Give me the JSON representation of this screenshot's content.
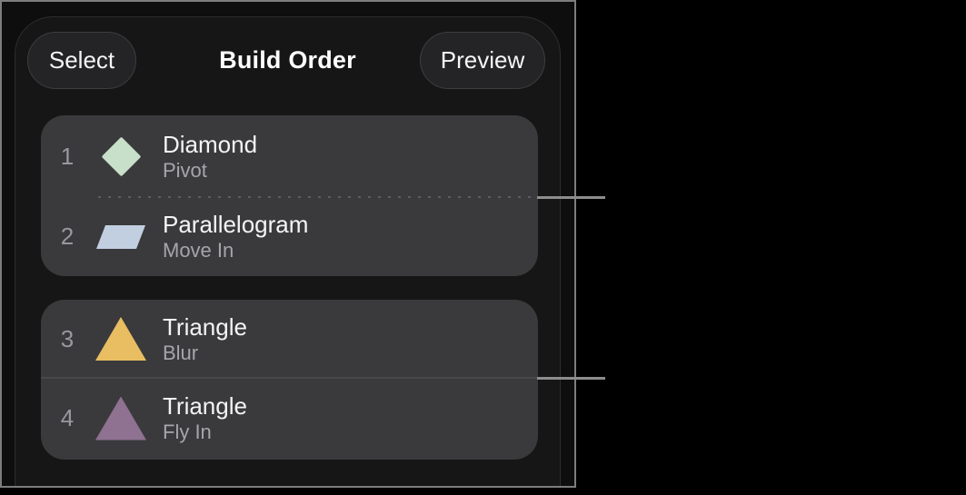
{
  "header": {
    "select_label": "Select",
    "title": "Build Order",
    "preview_label": "Preview"
  },
  "build_list": {
    "groups": [
      {
        "separator": "dotted",
        "items": [
          {
            "order": "1",
            "shape": "diamond-icon",
            "title": "Diamond",
            "effect": "Pivot",
            "icon_color": "#c8dfc9"
          },
          {
            "order": "2",
            "shape": "parallelogram-icon",
            "title": "Parallelogram",
            "effect": "Move In",
            "icon_color": "#c1cfe0"
          }
        ]
      },
      {
        "separator": "solid",
        "items": [
          {
            "order": "3",
            "shape": "triangle-icon",
            "title": "Triangle",
            "effect": "Blur",
            "icon_color": "#e9bd62"
          },
          {
            "order": "4",
            "shape": "triangle-icon",
            "title": "Triangle",
            "effect": "Fly In",
            "icon_color": "#8f7191"
          }
        ]
      }
    ]
  },
  "colors": {
    "frame_border": "#7d7d7d",
    "callout_line": "#8d8d8d",
    "panel_background": "#161616",
    "card_background": "#3a3a3c",
    "accent_text": "#f4f4f6"
  }
}
